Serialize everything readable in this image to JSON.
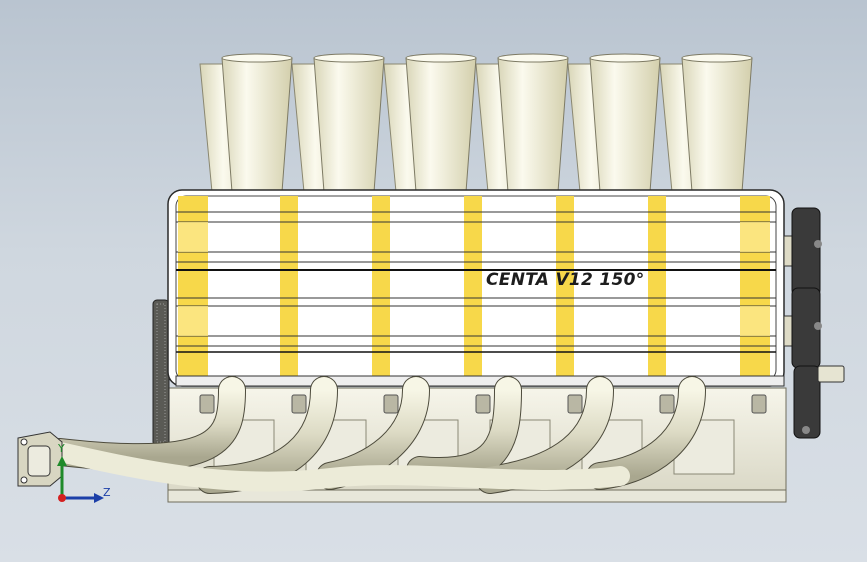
{
  "viewport": {
    "background_top": "#b9c4d0",
    "background_bottom": "#d9dfe6"
  },
  "engine": {
    "label": "CENTA V12  150°",
    "colors": {
      "cover_white": "#ffffff",
      "cover_stripe": "#f7d84a",
      "cover_stripe_light": "#fbe88c",
      "trumpet": "#f4f2dc",
      "exhaust": "#ecebd8",
      "block": "#f1f0e6",
      "pulley": "#3a3a3a",
      "outline": "#2a2a2a"
    }
  },
  "triad": {
    "y_label": "Y",
    "z_label": "Z",
    "y_color": "#1f8a2a",
    "z_color": "#1c3fa8",
    "origin_color": "#d42020"
  }
}
